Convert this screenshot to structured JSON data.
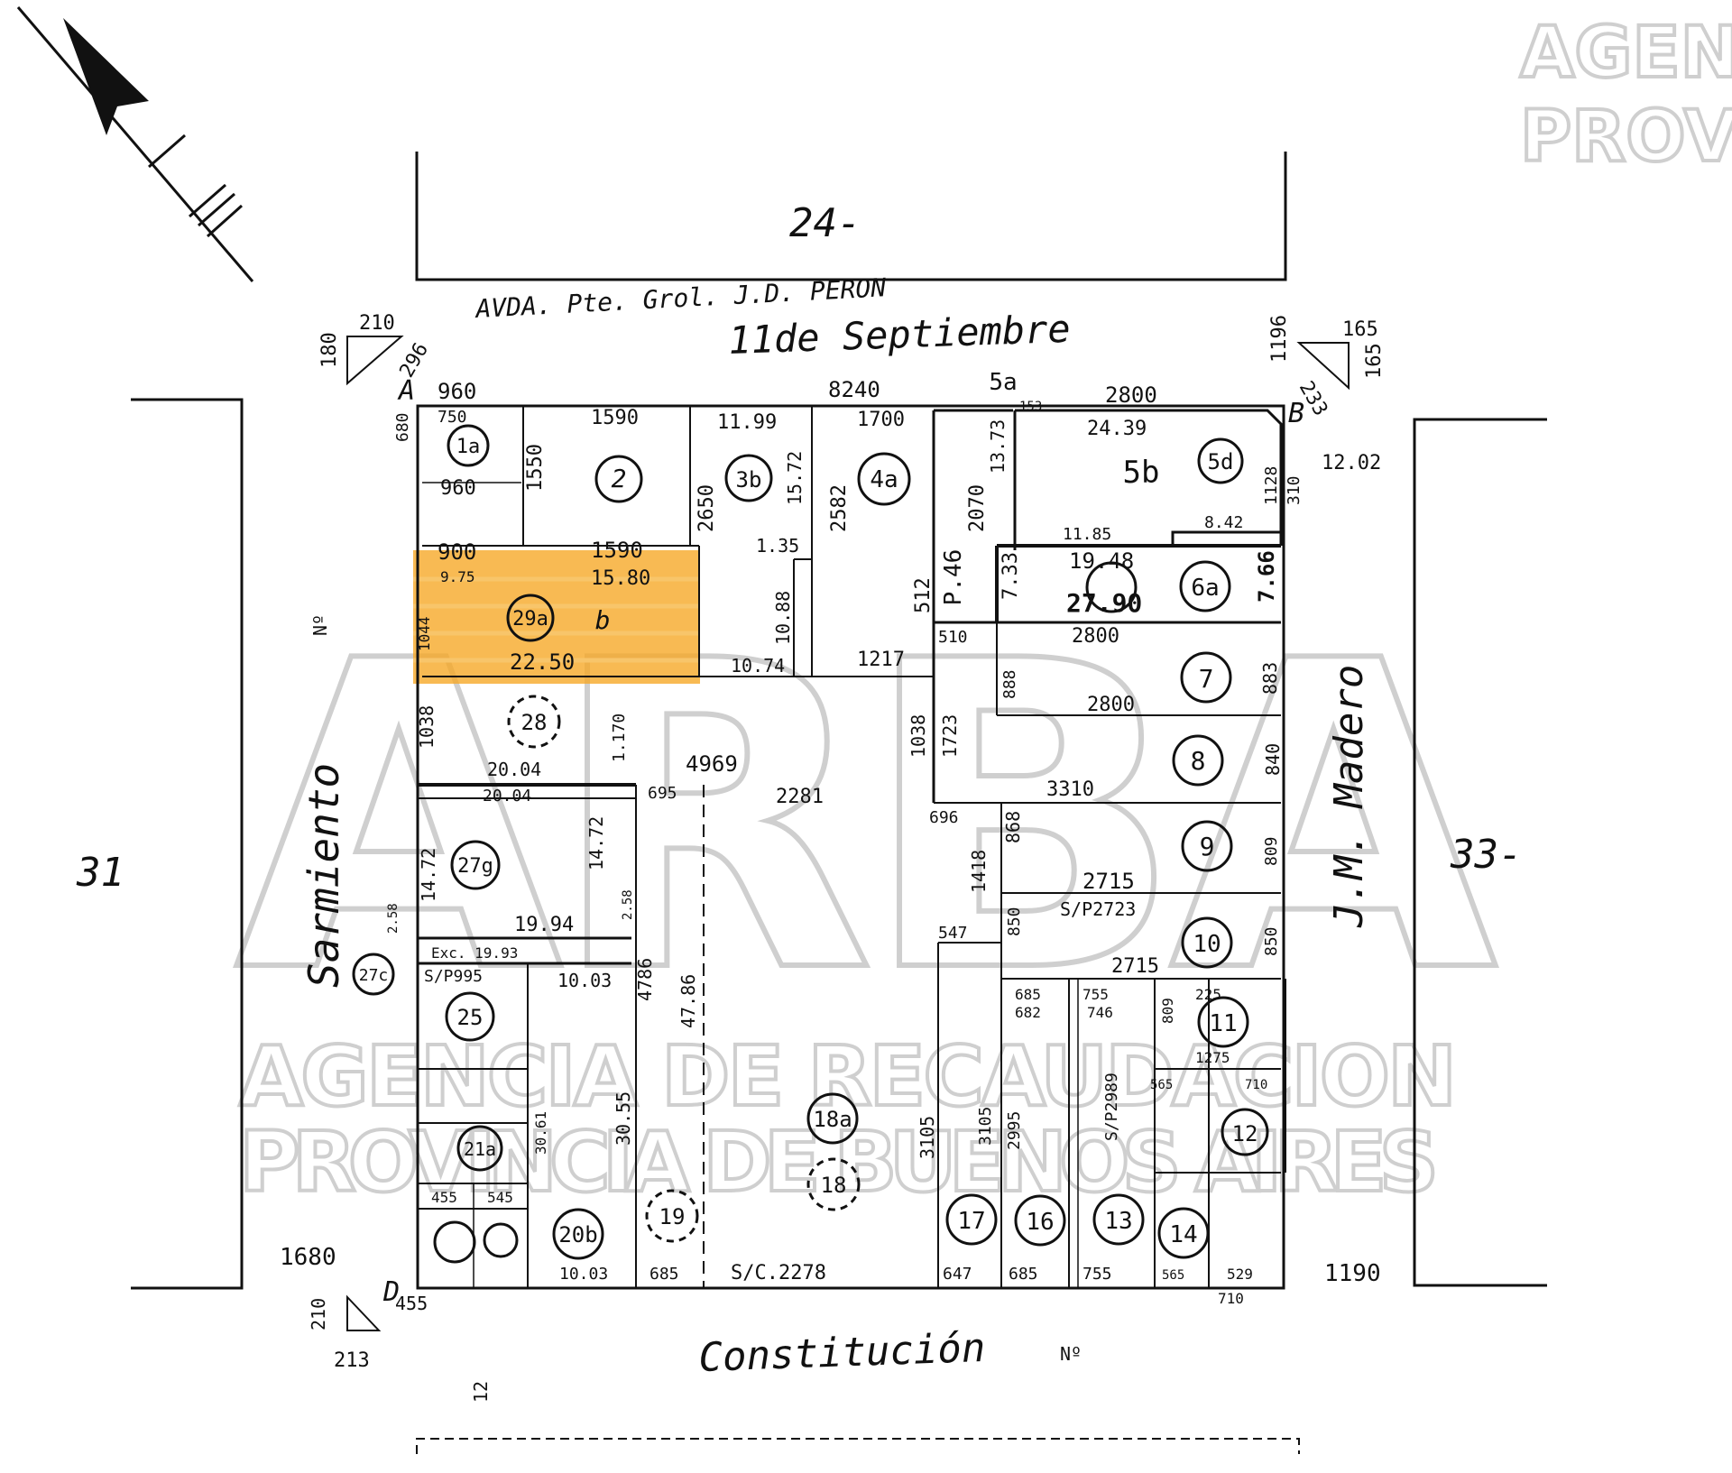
{
  "watermark": {
    "corner_line1": "AGENC",
    "corner_line2": "PROVI",
    "big": "ARBA",
    "band_line1": "AGENCIA DE RECAUDACION",
    "band_line2": "PROVINCIA DE BUENOS AIRES"
  },
  "blocks": {
    "north": "24-",
    "west": "31",
    "east": "33-"
  },
  "streets": {
    "north_line1": "AVDA. Pte. Grol. J.D. PERON",
    "north_line2": "11de Septiembre",
    "west": "Sarmiento",
    "west_no": "Nº",
    "east": "J.M. Madero",
    "south": "Constitución",
    "south_no": "Nº"
  },
  "corners": {
    "a": "A",
    "b": "B",
    "d": "D"
  },
  "parcels": {
    "p1a": "1a",
    "p2": "2",
    "p3b": "3b",
    "p4a": "4a",
    "p5b": "5b",
    "p5d": "5d",
    "p5a": "5a",
    "p6a": "6a",
    "p7": "7",
    "p8": "8",
    "p9": "9",
    "p10": "10",
    "p11": "11",
    "p12": "12",
    "p13": "13",
    "p14": "14",
    "p16": "16",
    "p17": "17",
    "p18": "18",
    "p18a": "18a",
    "p19": "19",
    "p20b": "20b",
    "p21a": "21a",
    "p25": "25",
    "p27c": "27c",
    "p27g": "27g",
    "p28": "28",
    "p29a": "29a",
    "pb": "b",
    "pa46": "P.46"
  },
  "measures": {
    "m210_tl": "210",
    "m180": "180",
    "m296": "296",
    "m680": "680",
    "m960": "960",
    "m750": "750",
    "m1590": "1590",
    "m1199": "11.99",
    "m8240": "8240",
    "m1700": "1700",
    "m153": "153",
    "m2800_top": "2800",
    "m2439": "24.39",
    "m1196": "1196",
    "m165a": "165",
    "m233": "233",
    "m165b": "165",
    "m1202": "12.02",
    "m310": "310",
    "m1128": "1128",
    "m1550": "1550",
    "m960b": "960",
    "m1572": "15.72",
    "m2582": "2582",
    "m2070": "2070",
    "m1373": "13.73",
    "m1185": "11.85",
    "m842": "8.42",
    "m900": "900",
    "m1590b": "1590",
    "m2650": "2650",
    "m135": "1.35",
    "m1948": "19.48",
    "m733": "7.33",
    "m2790": "27.90",
    "m766": "7.66",
    "m975": "9.75",
    "m1580": "15.80",
    "m1088": "10.88",
    "m512": "512",
    "m1044": "1044",
    "m2250": "22.50",
    "m1074": "10.74",
    "m1217": "1217",
    "m510": "510",
    "m2800_mid": "2800",
    "m888": "888",
    "m883": "883",
    "m2800_low": "2800",
    "m1038": "1038",
    "m1723": "1723",
    "m1038b": "1038",
    "m2004": "20.04",
    "m1170": "1.170",
    "m4969": "4969",
    "m2281": "2281",
    "m840": "840",
    "m2004b": "20.04",
    "m695": "695",
    "m3310": "3310",
    "m1472": "14.72",
    "m1472b": "14.72",
    "m696": "696",
    "m868": "868",
    "m2715": "2715",
    "m809": "809",
    "m2723": "S/P2723",
    "m1418": "1418",
    "m258": "2.58",
    "m1994": "19.94",
    "m258b": "2.58",
    "m850": "850",
    "m850b": "850",
    "m547": "547",
    "m2715b": "2715",
    "m1993": "Exc. 19.93",
    "m995": "S/P995",
    "m1003": "10.03",
    "m4786": "4786",
    "m4786b": "47.86",
    "m685": "685",
    "m682": "682",
    "m755": "755",
    "m746": "746",
    "m809b": "809",
    "m225": "225",
    "m1275": "1275",
    "m3061": "30.61",
    "m3055": "30.55",
    "m3105": "3105",
    "m3105b": "3105",
    "m2995": "2995",
    "m2989": "S/P2989",
    "m565": "565",
    "m710": "710",
    "m1680": "1680",
    "m455": "455",
    "m545": "545",
    "m1003b": "10.03",
    "m685b": "685",
    "m2278": "S/C.2278",
    "m647": "647",
    "m685c": "685",
    "m755b": "755",
    "m565b": "565",
    "m529": "529",
    "m1190": "1190",
    "m710b": "710",
    "m455b": "455",
    "m210_bl": "210",
    "m213": "213",
    "m12": "12"
  }
}
